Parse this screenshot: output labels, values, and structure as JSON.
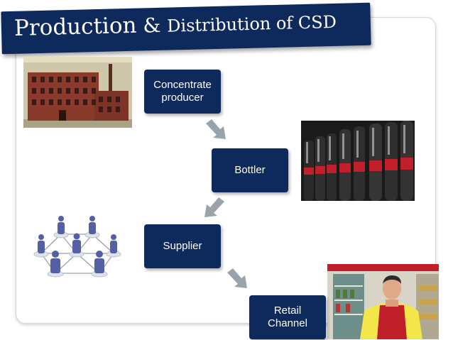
{
  "slide": {
    "title_main": "Production",
    "title_amp": " & ",
    "title_rest": "Distribution of CSD"
  },
  "flow": {
    "step1": "Concentrate\nproducer",
    "step2": "Bottler",
    "step3": "Supplier",
    "step4": "Retail\nChannel"
  },
  "colors": {
    "navy": "#0e2a5c",
    "arrow": "#9aa2ac",
    "brick": "#8a3a2a",
    "coke_red": "#c0202a",
    "people": "#5560a4"
  },
  "images": {
    "factory": "factory-photo",
    "bottles": "cola-bottles-photo",
    "network": "people-network-icon",
    "shop": "shopkeeper-photo"
  }
}
